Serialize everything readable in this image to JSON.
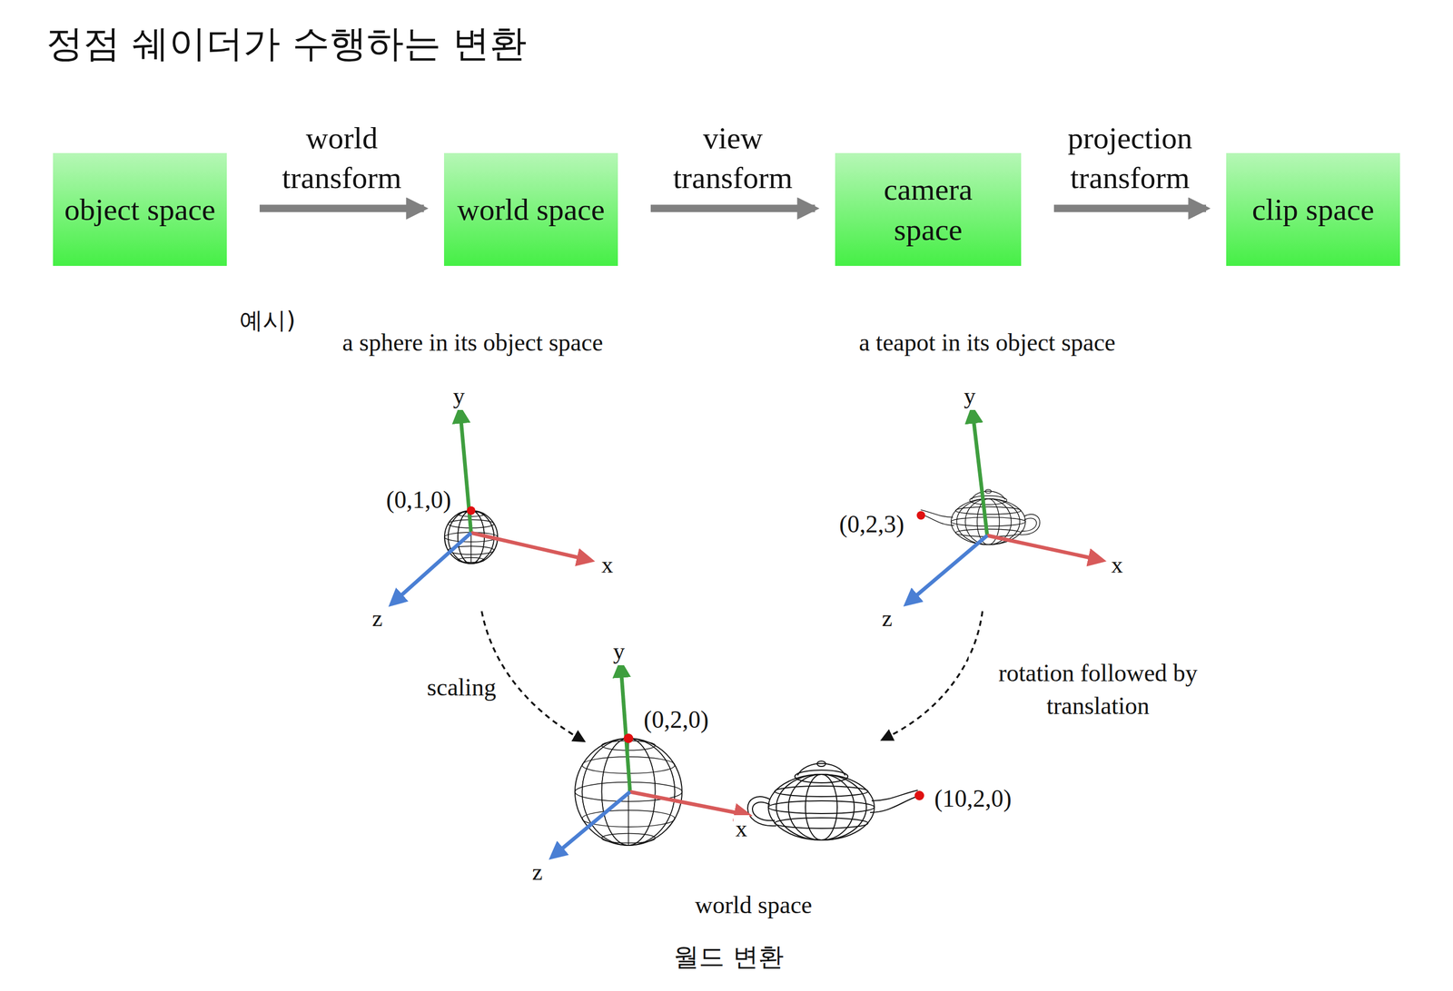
{
  "diagram": {
    "title": "정점 쉐이더가 수행하는 변환",
    "caption": "월드 변환",
    "nodes": [
      {
        "text": [
          "object space"
        ]
      },
      {
        "text": [
          "world space"
        ]
      },
      {
        "text": [
          "camera space"
        ]
      },
      {
        "text": [
          "clip space"
        ]
      }
    ],
    "edges": [
      {
        "from": 0,
        "to": 1,
        "label": "world transform",
        "arrow": "to"
      },
      {
        "from": 1,
        "to": 2,
        "label": "view transform",
        "arrow": "to"
      },
      {
        "from": 2,
        "to": 3,
        "label": "projection transform",
        "arrow": "to"
      }
    ],
    "labels": [
      "예시)",
      "a sphere in its object space",
      "a teapot in its object space",
      "y",
      "x",
      "z",
      "(0,1,0)",
      "y",
      "x",
      "z",
      "(0,2,3)",
      "scaling",
      "rotation followed by translation",
      "y",
      "x",
      "z",
      "(0,2,0)",
      "(10,2,0)",
      "world space"
    ]
  }
}
